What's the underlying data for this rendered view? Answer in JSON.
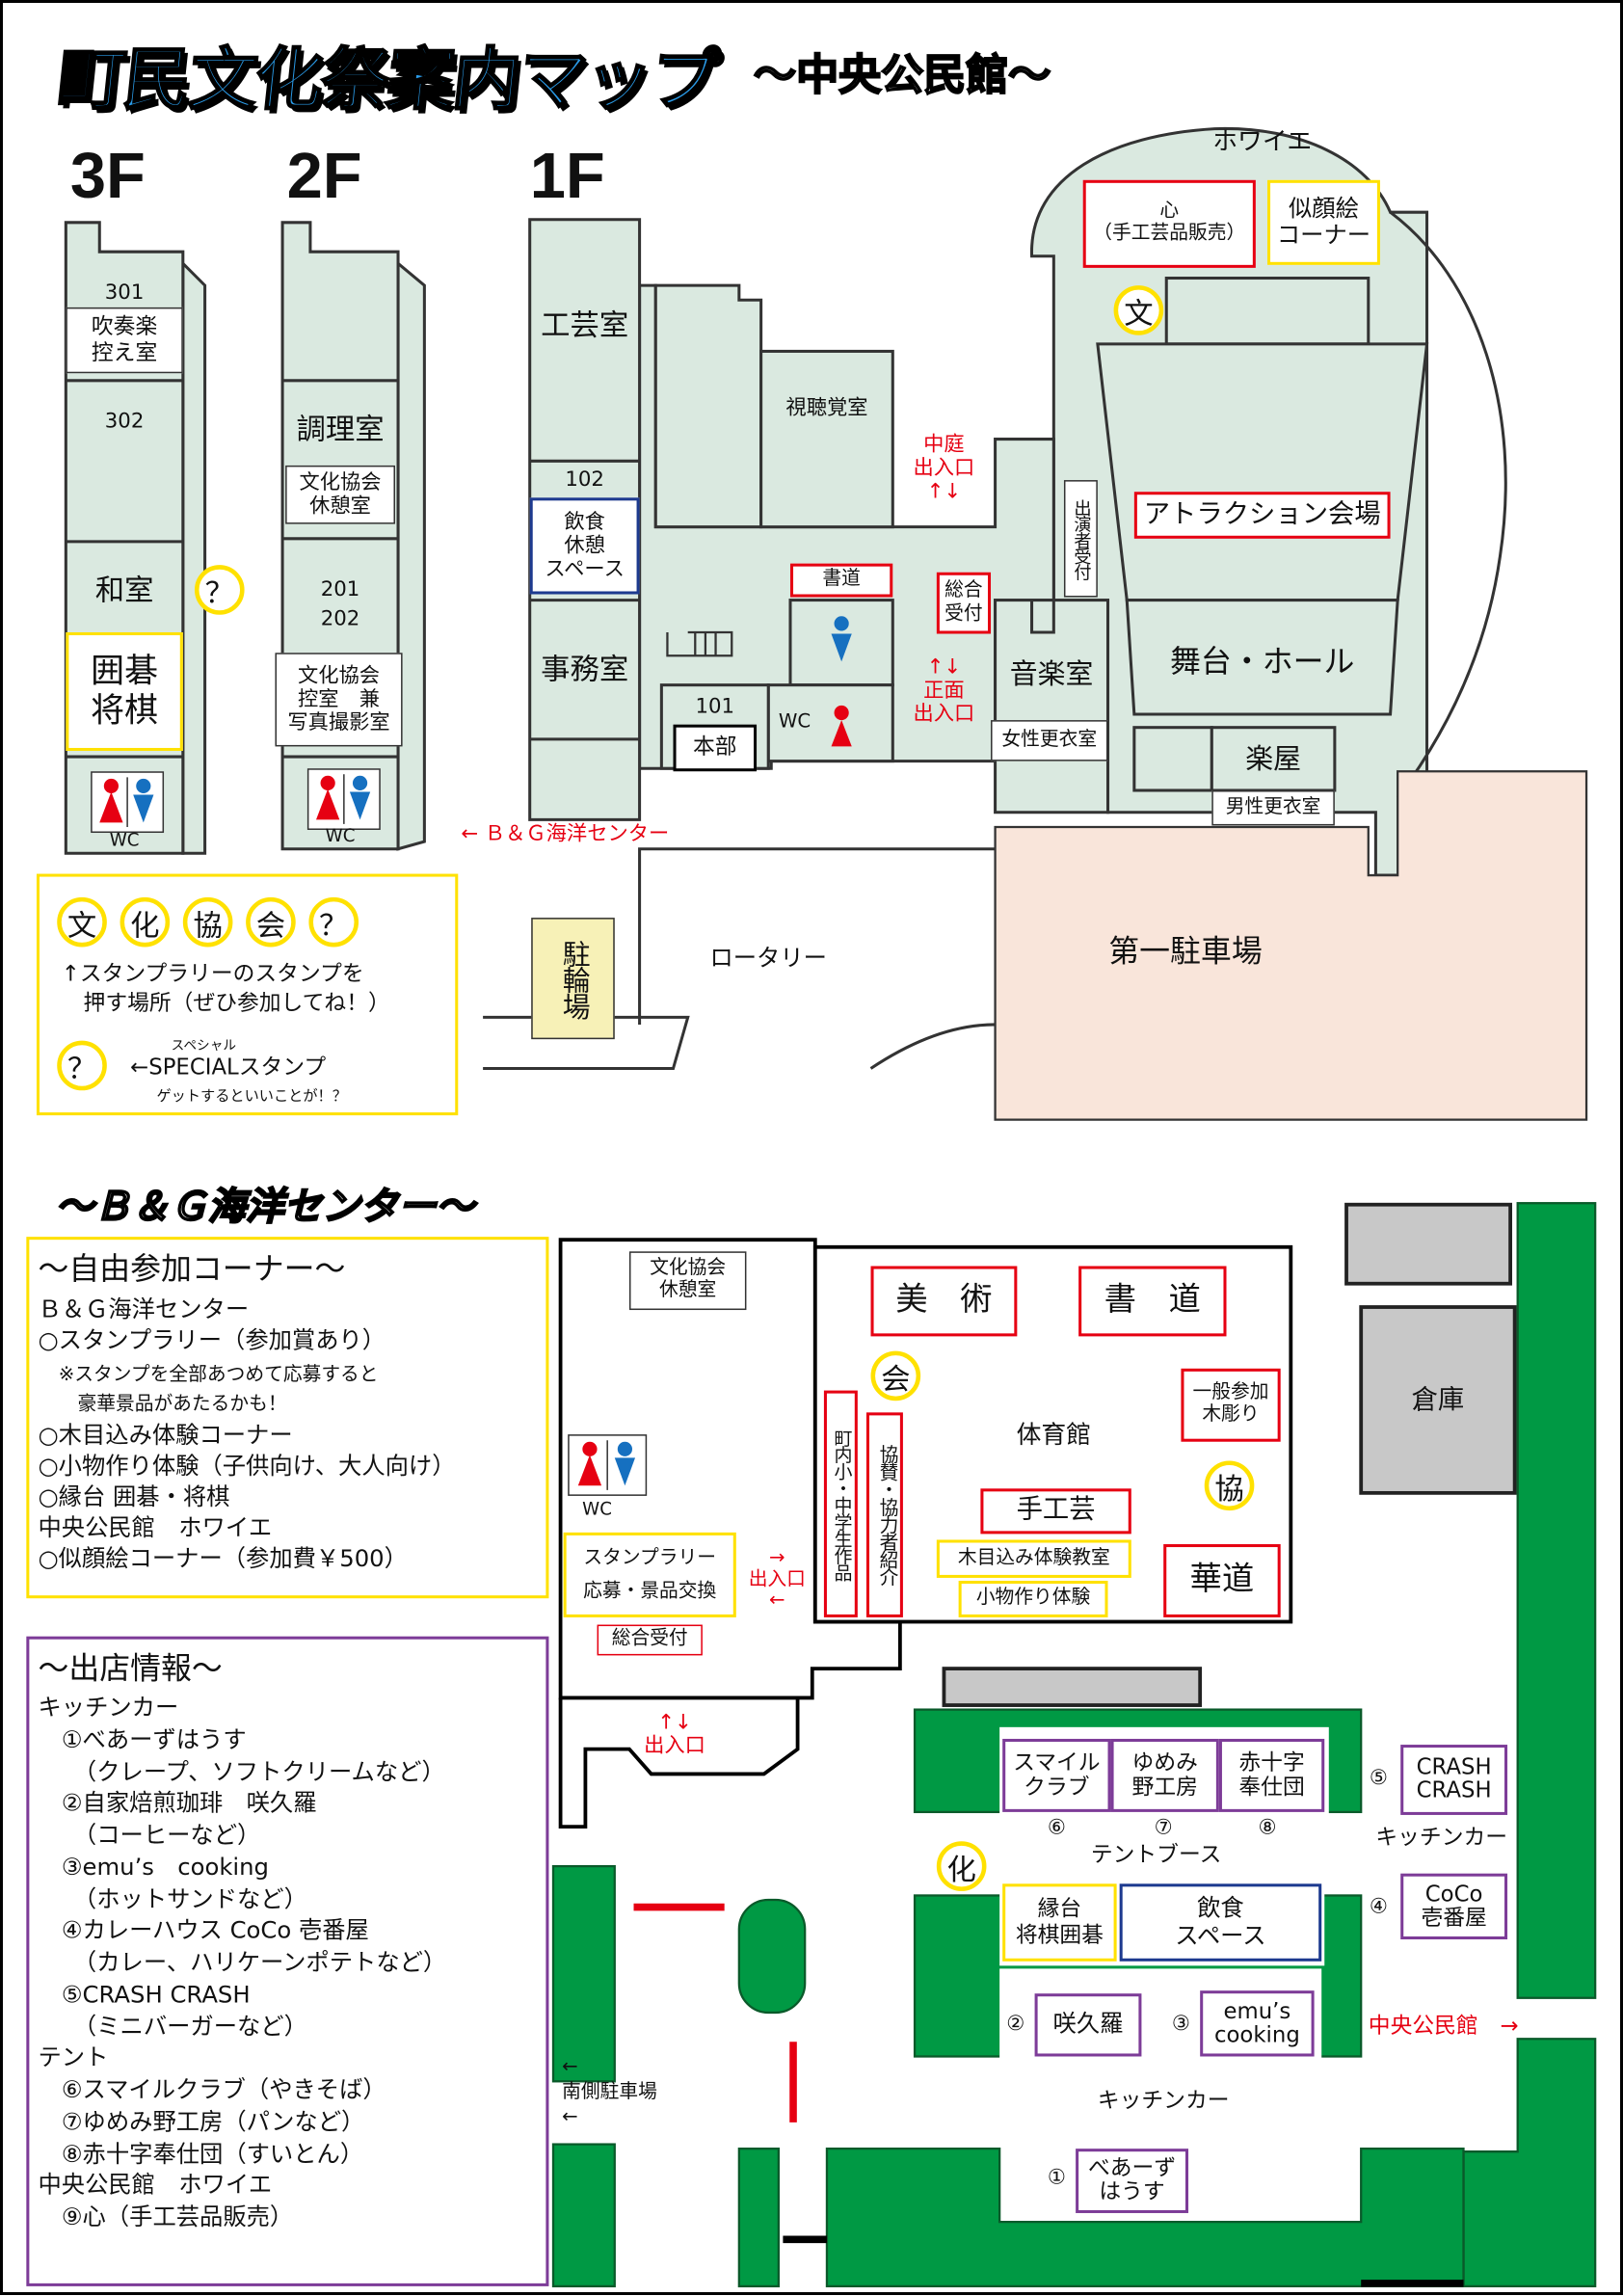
{
  "header": {
    "title": "町民文化祭案内マップ",
    "subtitle": "～中央公民館～"
  },
  "colors": {
    "building": "#dae9e0",
    "parking": "#f9e5da",
    "green": "#009944",
    "red": "#e60012",
    "yellow": "#ffe100",
    "blue": "#1d3a8f",
    "purple": "#7d3c98"
  },
  "floor3": {
    "label": "3F",
    "room301": "301",
    "band_box": "吹奏楽\n控え室",
    "room302": "302",
    "washitsu": "和室",
    "igo": "囲碁\n将棋",
    "wc": "WC",
    "stamp": "？"
  },
  "floor2": {
    "label": "2F",
    "cooking": "調理室",
    "rest": "文化協会\n休憩室",
    "room201": "201",
    "room202": "202",
    "waiting": "文化協会\n控室　兼\n写真撮影室",
    "wc": "WC"
  },
  "floor1": {
    "label": "1F",
    "craft": "工芸室",
    "room102": "102",
    "eating": "飲食\n休憩\nスペース",
    "office": "事務室",
    "room101": "101",
    "hq": "本部",
    "wc": "WC",
    "av": "視聴覚室",
    "calligraphy": "書道",
    "courtyard_exit": "中庭\n出入口\n↑↓",
    "reception": "総合\n受付",
    "front_exit": "↑↓\n正面\n出入口",
    "music": "音楽室",
    "women": "女性更衣室",
    "performer": "出演者受付",
    "attraction": "アトラクション会場",
    "stage": "舞台・ホール",
    "greenroom": "楽屋",
    "men": "男性更衣室",
    "foyer": "ホワイエ",
    "kokoro": "心\n（手工芸品販売）",
    "portrait": "似顔絵\nコーナー",
    "stamp": "文",
    "to_bg": "← Ｂ＆Ｇ海洋センター",
    "rotary": "ロータリー",
    "bike": "駐輪場",
    "parking": "第一駐車場"
  },
  "legend": {
    "stamps": [
      "文",
      "化",
      "協",
      "会",
      "？"
    ],
    "line1": "↑スタンプラリーのスタンプを\n　押す場所（ぜひ参加してね！）",
    "special_ruby": "スペシャル",
    "special": "←SPECIALスタンプ",
    "special_note": "ゲットするといいことが！？",
    "special_stamp": "？"
  },
  "bg_title": "～Ｂ＆Ｇ海洋センター～",
  "free_corner": {
    "title": "～自由参加コーナー～",
    "lines": "Ｂ＆Ｇ海洋センター\n○スタンプラリー（参加賞あり）",
    "note": "※スタンプを全部あつめて応募すると\n　豪華景品があたるかも！",
    "lines2": "○木目込み体験コーナー\n○小物作り体験（子供向け、大人向け）\n○縁台 囲碁・将棋\n中央公民館　ホワイエ\n○似顔絵コーナー（参加費￥500）"
  },
  "shops": {
    "title": "～出店情報～",
    "body": "キッチンカー\n　①べあーずはうす\n　　（クレープ、ソフトクリームなど）\n　②自家焙煎珈琲　咲久羅\n　　（コーヒーなど）\n　③emu’s　cooking\n　　（ホットサンドなど）\n　④カレーハウス CoCo 壱番屋\n　　（カレー、ハリケーンポテトなど）\n　⑤CRASH CRASH\n　　（ミニバーガーなど）\nテント\n　⑥スマイルクラブ（やきそば）\n　⑦ゆめみ野工房（パンなど）\n　⑧赤十字奉仕団（すいとん）\n中央公民館　ホワイエ\n　⑨心（手工芸品販売）"
  },
  "bg": {
    "rest": "文化協会\n休憩室",
    "wc": "WC",
    "stamp_box": "スタンプラリー\n応募・景品交換",
    "reception": "総合受付",
    "side_exit": "→\n出入口\n←",
    "main_exit": "↑↓\n出入口",
    "art": "美　術",
    "shodo": "書　道",
    "kai": "会",
    "gym": "体育館",
    "carving": "一般参加\n木彫り",
    "kyo": "協",
    "school": "町内小・中学生作品",
    "sponsors": "協賛・協力者紹介",
    "handcraft": "手工芸",
    "kimekomi": "木目込み体験教室",
    "komono": "小物作り体験",
    "kado": "華道",
    "storage": "倉庫",
    "tent_label": "テントブース",
    "ka": "化",
    "tents": [
      {
        "num": "⑥",
        "name": "スマイル\nクラブ"
      },
      {
        "num": "⑦",
        "name": "ゆめみ\n野工房"
      },
      {
        "num": "⑧",
        "name": "赤十字\n奉仕団"
      }
    ],
    "engidai": "縁台\n将棋囲碁",
    "eating": "飲食\nスペース",
    "k2num": "②",
    "k2": "咲久羅",
    "k3num": "③",
    "k3": "emu’s\ncooking",
    "k5num": "⑤",
    "k5": "CRASH\nCRASH",
    "k4num": "④",
    "k4": "CoCo\n壱番屋",
    "kitchen_right": "キッチンカー",
    "kitchen_bottom": "キッチンカー",
    "k1num": "①",
    "k1": "べあーず\nはうす",
    "to_center": "中央公民館　→",
    "south_parking": "←\n南側駐車場\n←"
  }
}
